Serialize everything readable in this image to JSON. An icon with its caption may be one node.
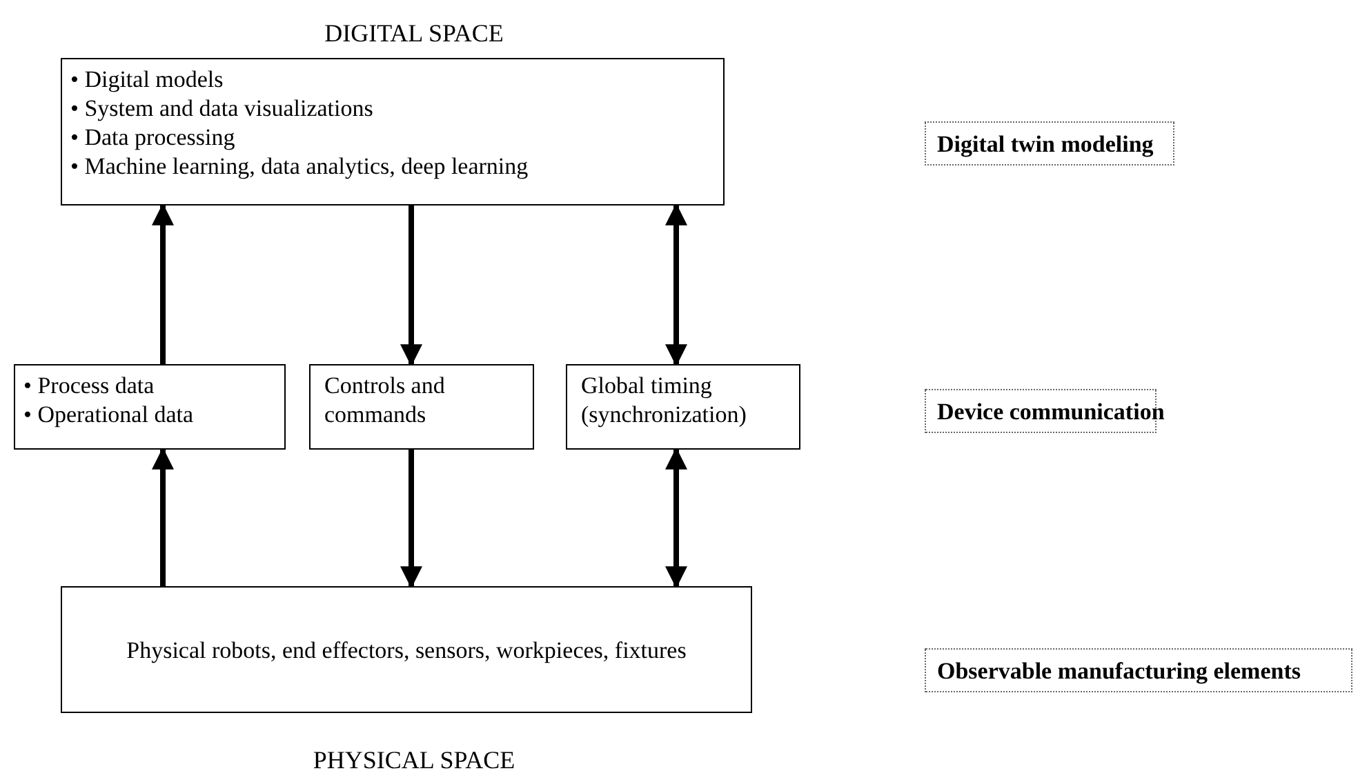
{
  "diagram": {
    "nodes": [
      {
        "text": [
          "• Digital models",
          "• System and data visualizations",
          "• Data processing",
          "• Machine learning, data analytics, deep learning"
        ]
      },
      {
        "text": [
          "• Process data",
          "• Operational data"
        ]
      },
      {
        "text": [
          "Controls and commands"
        ]
      },
      {
        "text": [
          "Global timing (synchronization)"
        ]
      },
      {
        "text": [
          "Physical robots, end effectors, sensors, workpieces, fixtures"
        ]
      },
      {
        "text": [
          "Digital twin modeling"
        ]
      },
      {
        "text": [
          "Device communication"
        ]
      },
      {
        "text": [
          "Observable manufacturing elements"
        ]
      }
    ],
    "edges": [
      {
        "from": 1,
        "to": 0,
        "arrow": "to"
      },
      {
        "from": 0,
        "to": 2,
        "arrow": "to"
      },
      {
        "from": 0,
        "to": 3,
        "arrow": "both"
      },
      {
        "from": 4,
        "to": 1,
        "arrow": "to"
      },
      {
        "from": 2,
        "to": 4,
        "arrow": "to"
      },
      {
        "from": 3,
        "to": 4,
        "arrow": "both"
      }
    ],
    "labels": [
      "DIGITAL SPACE",
      "PHYSICAL SPACE"
    ]
  }
}
